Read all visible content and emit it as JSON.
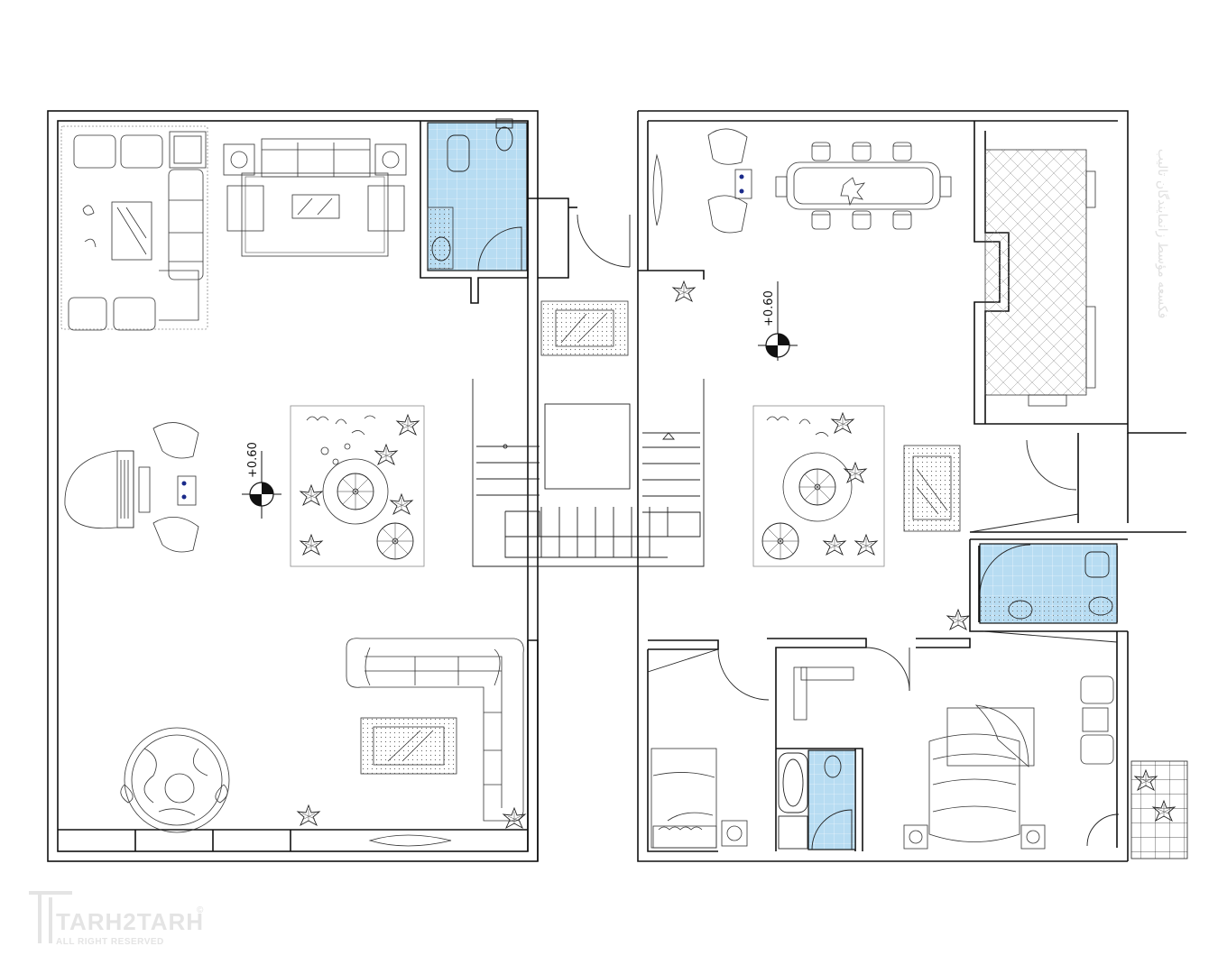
{
  "plan": {
    "elevation_marks": [
      "+0.60",
      "+0.60"
    ],
    "vertical_text": "فكسعه مؤسط زانمایندگان تالیب"
  },
  "watermark": {
    "logo_text": "TARH2TARH",
    "registered_symbol": "©",
    "tagline": "ALL RIGHT RESERVED"
  },
  "colors": {
    "wet_area_fill": "#b7dcf2",
    "wall_stroke": "#111111",
    "watermark": "#e4e4e4"
  },
  "icons": [
    "elevation-marker-icon",
    "plant-icon",
    "tree-icon",
    "sofa-icon",
    "dining-table-icon",
    "bed-icon",
    "piano-icon",
    "toilet-icon",
    "sink-icon",
    "bathtub-icon",
    "rug-icon",
    "stairs-icon",
    "door-swing-icon"
  ]
}
